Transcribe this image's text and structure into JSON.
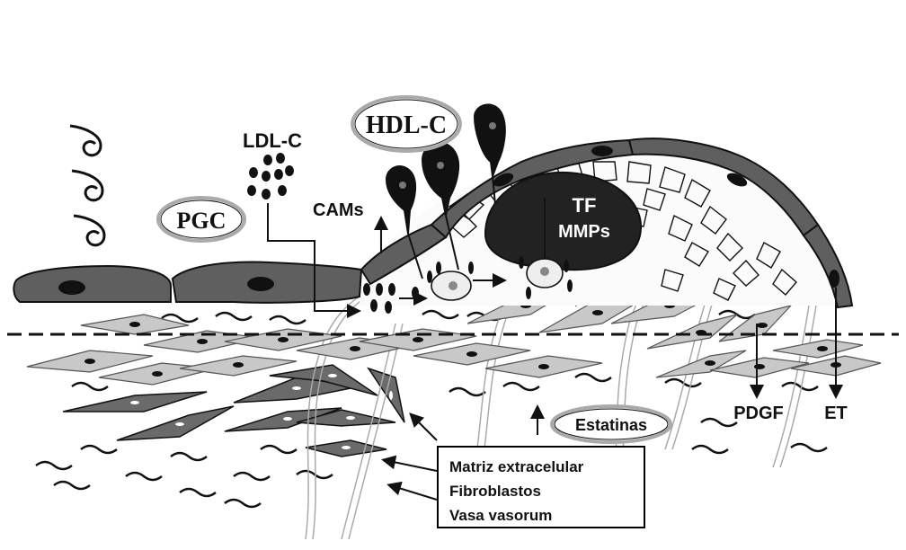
{
  "labels": {
    "ldl": "LDL-C",
    "hdl": "HDL-C",
    "pgc": "PGC",
    "cams": "CAMs",
    "tf": "TF",
    "mmps": "MMPs",
    "estatinas": "Estatinas",
    "pdgf": "PDGF",
    "et": "ET"
  },
  "legend": {
    "items": [
      "Matriz extracelular",
      "Fibroblastos",
      "Vasa vasorum"
    ]
  },
  "colors": {
    "endothelium": "#5f5f5f",
    "nucleus": "#111111",
    "smooth_muscle": "#c8c8c8",
    "fibroblast": "#6a6a6a",
    "core": "#222222"
  }
}
